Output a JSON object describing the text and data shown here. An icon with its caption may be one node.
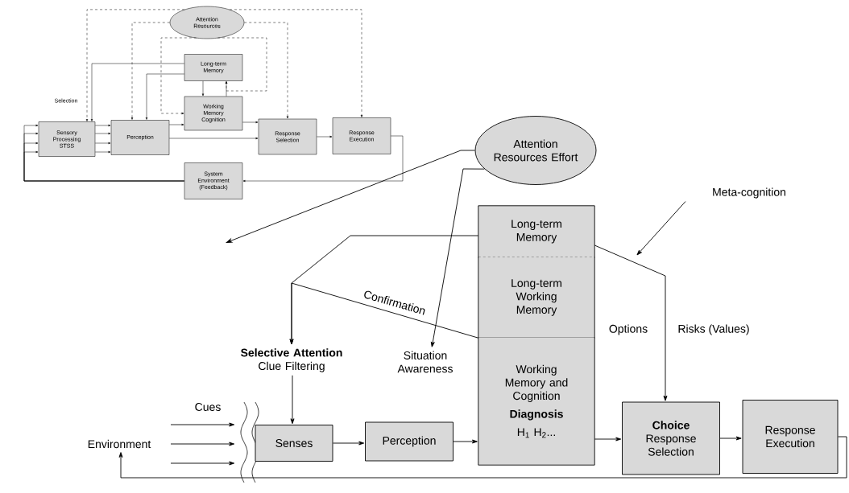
{
  "diagram": {
    "nodes": [
      {
        "text": [
          "Attention Resources"
        ]
      },
      {
        "text": [
          "Long-term Memory"
        ]
      },
      {
        "text": [
          "Working Memory Cognition"
        ]
      },
      {
        "text": [
          "Sensory Processing STSS"
        ]
      },
      {
        "text": [
          "Perception"
        ]
      },
      {
        "text": [
          "Response Selection"
        ]
      },
      {
        "text": [
          "Response Execution"
        ]
      },
      {
        "text": [
          "System Environment (Feedback)"
        ]
      },
      {
        "text": [
          "Attention Resources Effort"
        ]
      },
      {
        "text": [
          "Long-term Memory"
        ]
      },
      {
        "text": [
          "Long-term Working Memory"
        ]
      },
      {
        "text": [
          "Working Memory and Cognition",
          "Diagnosis",
          "H$_{1}$ H$_{2}$..."
        ]
      },
      {
        "text": [
          "Senses"
        ]
      },
      {
        "text": [
          "Perception"
        ]
      },
      {
        "text": [
          "Choice",
          "Response Selection"
        ]
      },
      {
        "text": [
          "Response Execution"
        ]
      },
      {
        "text": [
          "Selective Attention",
          "Clue Filtering"
        ]
      },
      {
        "text": [
          "Situation Awareness"
        ]
      },
      {
        "text": [
          "Meta-cognition"
        ]
      },
      {
        "text": [
          "Environment"
        ]
      }
    ],
    "edges": [
      {
        "from": 0,
        "to": 3,
        "arrow": "to",
        "style": "dashed"
      },
      {
        "from": 0,
        "to": 4,
        "arrow": "to",
        "style": "dashed"
      },
      {
        "from": 0,
        "to": 2,
        "arrow": "to",
        "style": "dashed"
      },
      {
        "from": 0,
        "to": 1,
        "arrow": "to",
        "style": "dashed"
      },
      {
        "from": 0,
        "to": 5,
        "arrow": "to",
        "style": "dashed"
      },
      {
        "from": 0,
        "to": 6,
        "arrow": "to",
        "style": "dashed"
      },
      {
        "from": 1,
        "to": 2,
        "arrow": "to"
      },
      {
        "from": 2,
        "to": 1,
        "arrow": "to"
      },
      {
        "from": 1,
        "to": 4,
        "arrow": "to"
      },
      {
        "from": 1,
        "to": 3,
        "arrow": "to"
      },
      {
        "from": 3,
        "to": 4,
        "arrow": "to"
      },
      {
        "from": 3,
        "to": 4,
        "arrow": "to"
      },
      {
        "from": 3,
        "to": 4,
        "arrow": "to"
      },
      {
        "from": 3,
        "to": 4,
        "arrow": "to"
      },
      {
        "from": 7,
        "to": 3,
        "arrow": "to"
      },
      {
        "from": 7,
        "to": 3,
        "arrow": "to"
      },
      {
        "from": 7,
        "to": 3,
        "arrow": "to"
      },
      {
        "from": 7,
        "to": 3,
        "arrow": "to"
      },
      {
        "from": 4,
        "to": 2,
        "arrow": "to"
      },
      {
        "from": 4,
        "to": 5,
        "arrow": "to"
      },
      {
        "from": 2,
        "to": 5,
        "arrow": "to"
      },
      {
        "from": 5,
        "to": 6,
        "arrow": "to"
      },
      {
        "from": 6,
        "to": 7,
        "arrow": "to"
      },
      {
        "from": 8,
        "to": null,
        "arrow": "to"
      },
      {
        "from": 8,
        "to": 17,
        "arrow": "to"
      },
      {
        "from": 9,
        "to": 16,
        "arrow": "to"
      },
      {
        "from": 10,
        "to": 16,
        "arrow": "to",
        "label": "Confirmation"
      },
      {
        "from": 9,
        "to": 14,
        "arrow": "to"
      },
      {
        "from": 18,
        "to": null,
        "arrow": "to"
      },
      {
        "from": 16,
        "to": 12,
        "arrow": "to"
      },
      {
        "from": 12,
        "to": 13,
        "arrow": "to"
      },
      {
        "from": 13,
        "to": 11,
        "arrow": "to"
      },
      {
        "from": 11,
        "to": 14,
        "arrow": "to"
      },
      {
        "from": 14,
        "to": 15,
        "arrow": "to"
      },
      {
        "from": 15,
        "to": 19,
        "arrow": "to"
      },
      {
        "from": 19,
        "to": null,
        "arrow": "to"
      },
      {
        "from": 19,
        "to": null,
        "arrow": "to"
      },
      {
        "from": 19,
        "to": null,
        "arrow": "to"
      }
    ],
    "labels": [
      "Selection",
      "Cues",
      "Options",
      "Risks (Values)"
    ]
  }
}
